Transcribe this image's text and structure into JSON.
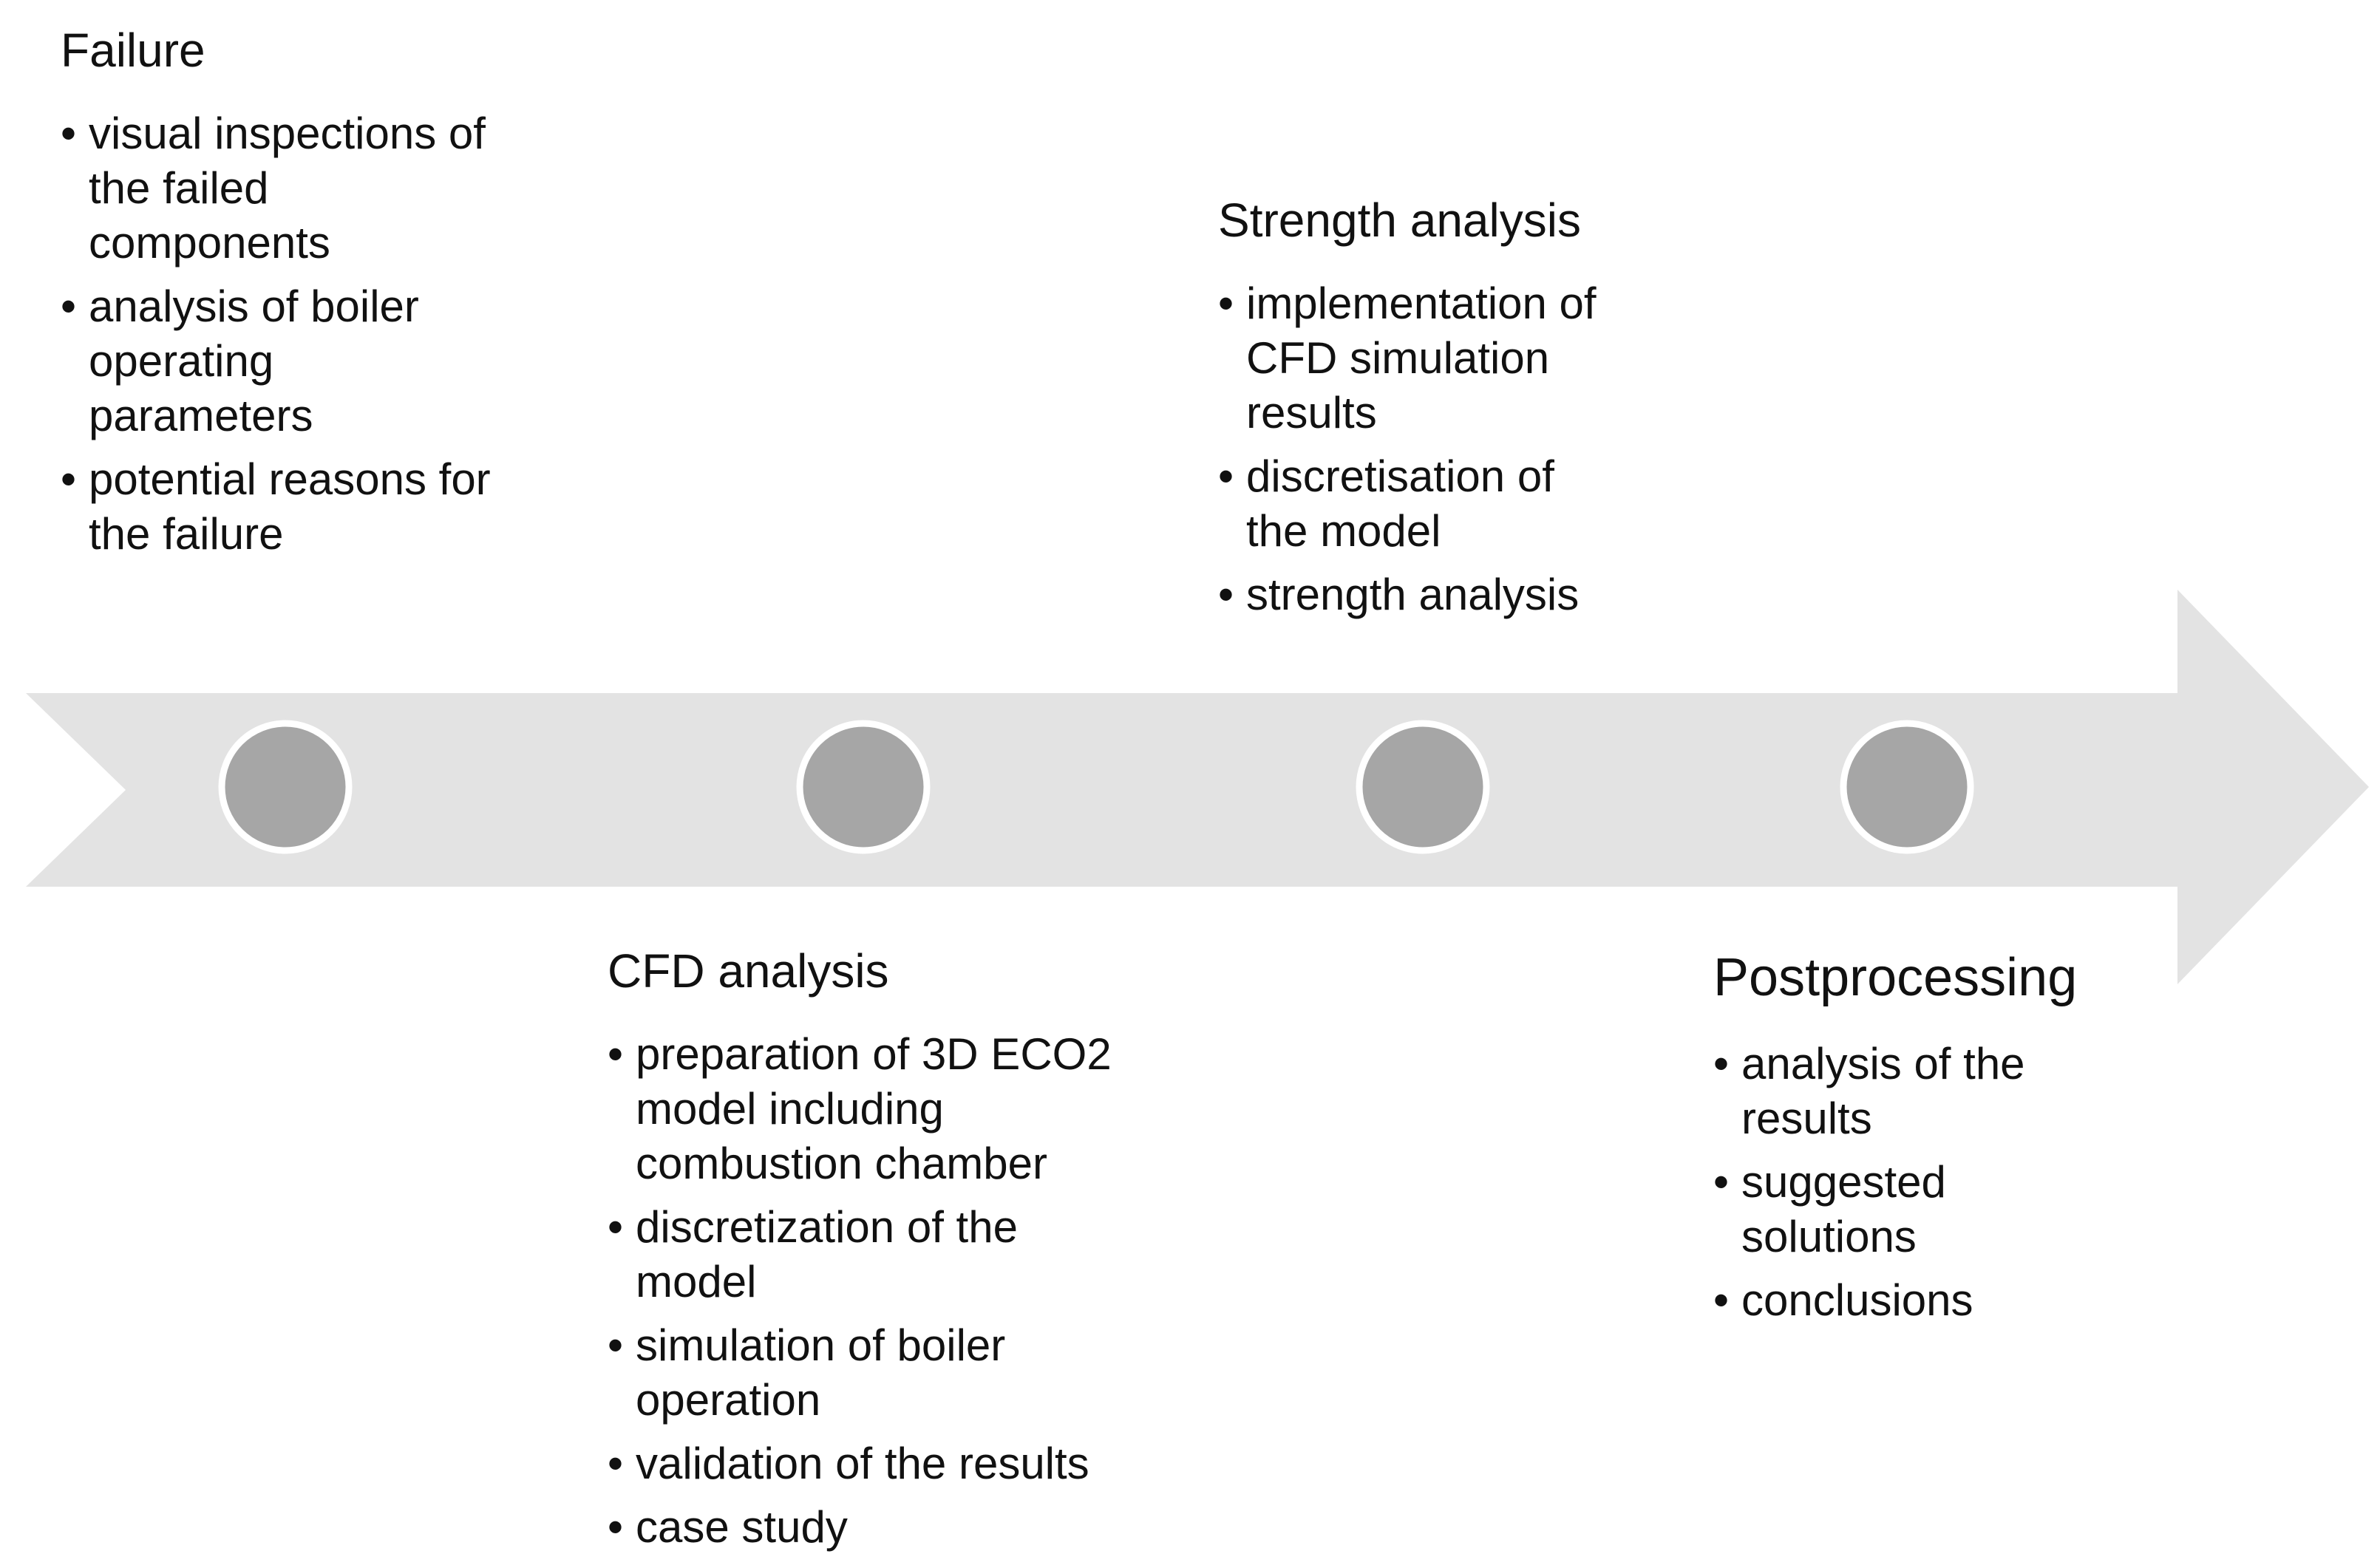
{
  "colors": {
    "arrow": "#e3e3e3",
    "node_fill": "#a6a6a6",
    "node_stroke": "#ffffff",
    "text": "#111111"
  },
  "stages": [
    {
      "title": "Failure",
      "items": [
        "visual inspections of the failed components",
        "analysis of boiler operating parameters",
        "potential reasons for the failure"
      ]
    },
    {
      "title": "CFD analysis",
      "items": [
        "preparation of 3D ECO2 model including combustion chamber",
        "discretization of the model",
        "simulation of boiler operation",
        "validation of the results",
        "case study"
      ]
    },
    {
      "title": "Strength analysis",
      "items": [
        "implementation of CFD simulation results",
        "discretisation of the model",
        "strength analysis"
      ]
    },
    {
      "title": "Postprocessing",
      "items": [
        "analysis of the results",
        "suggested solutions",
        "conclusions"
      ]
    }
  ]
}
